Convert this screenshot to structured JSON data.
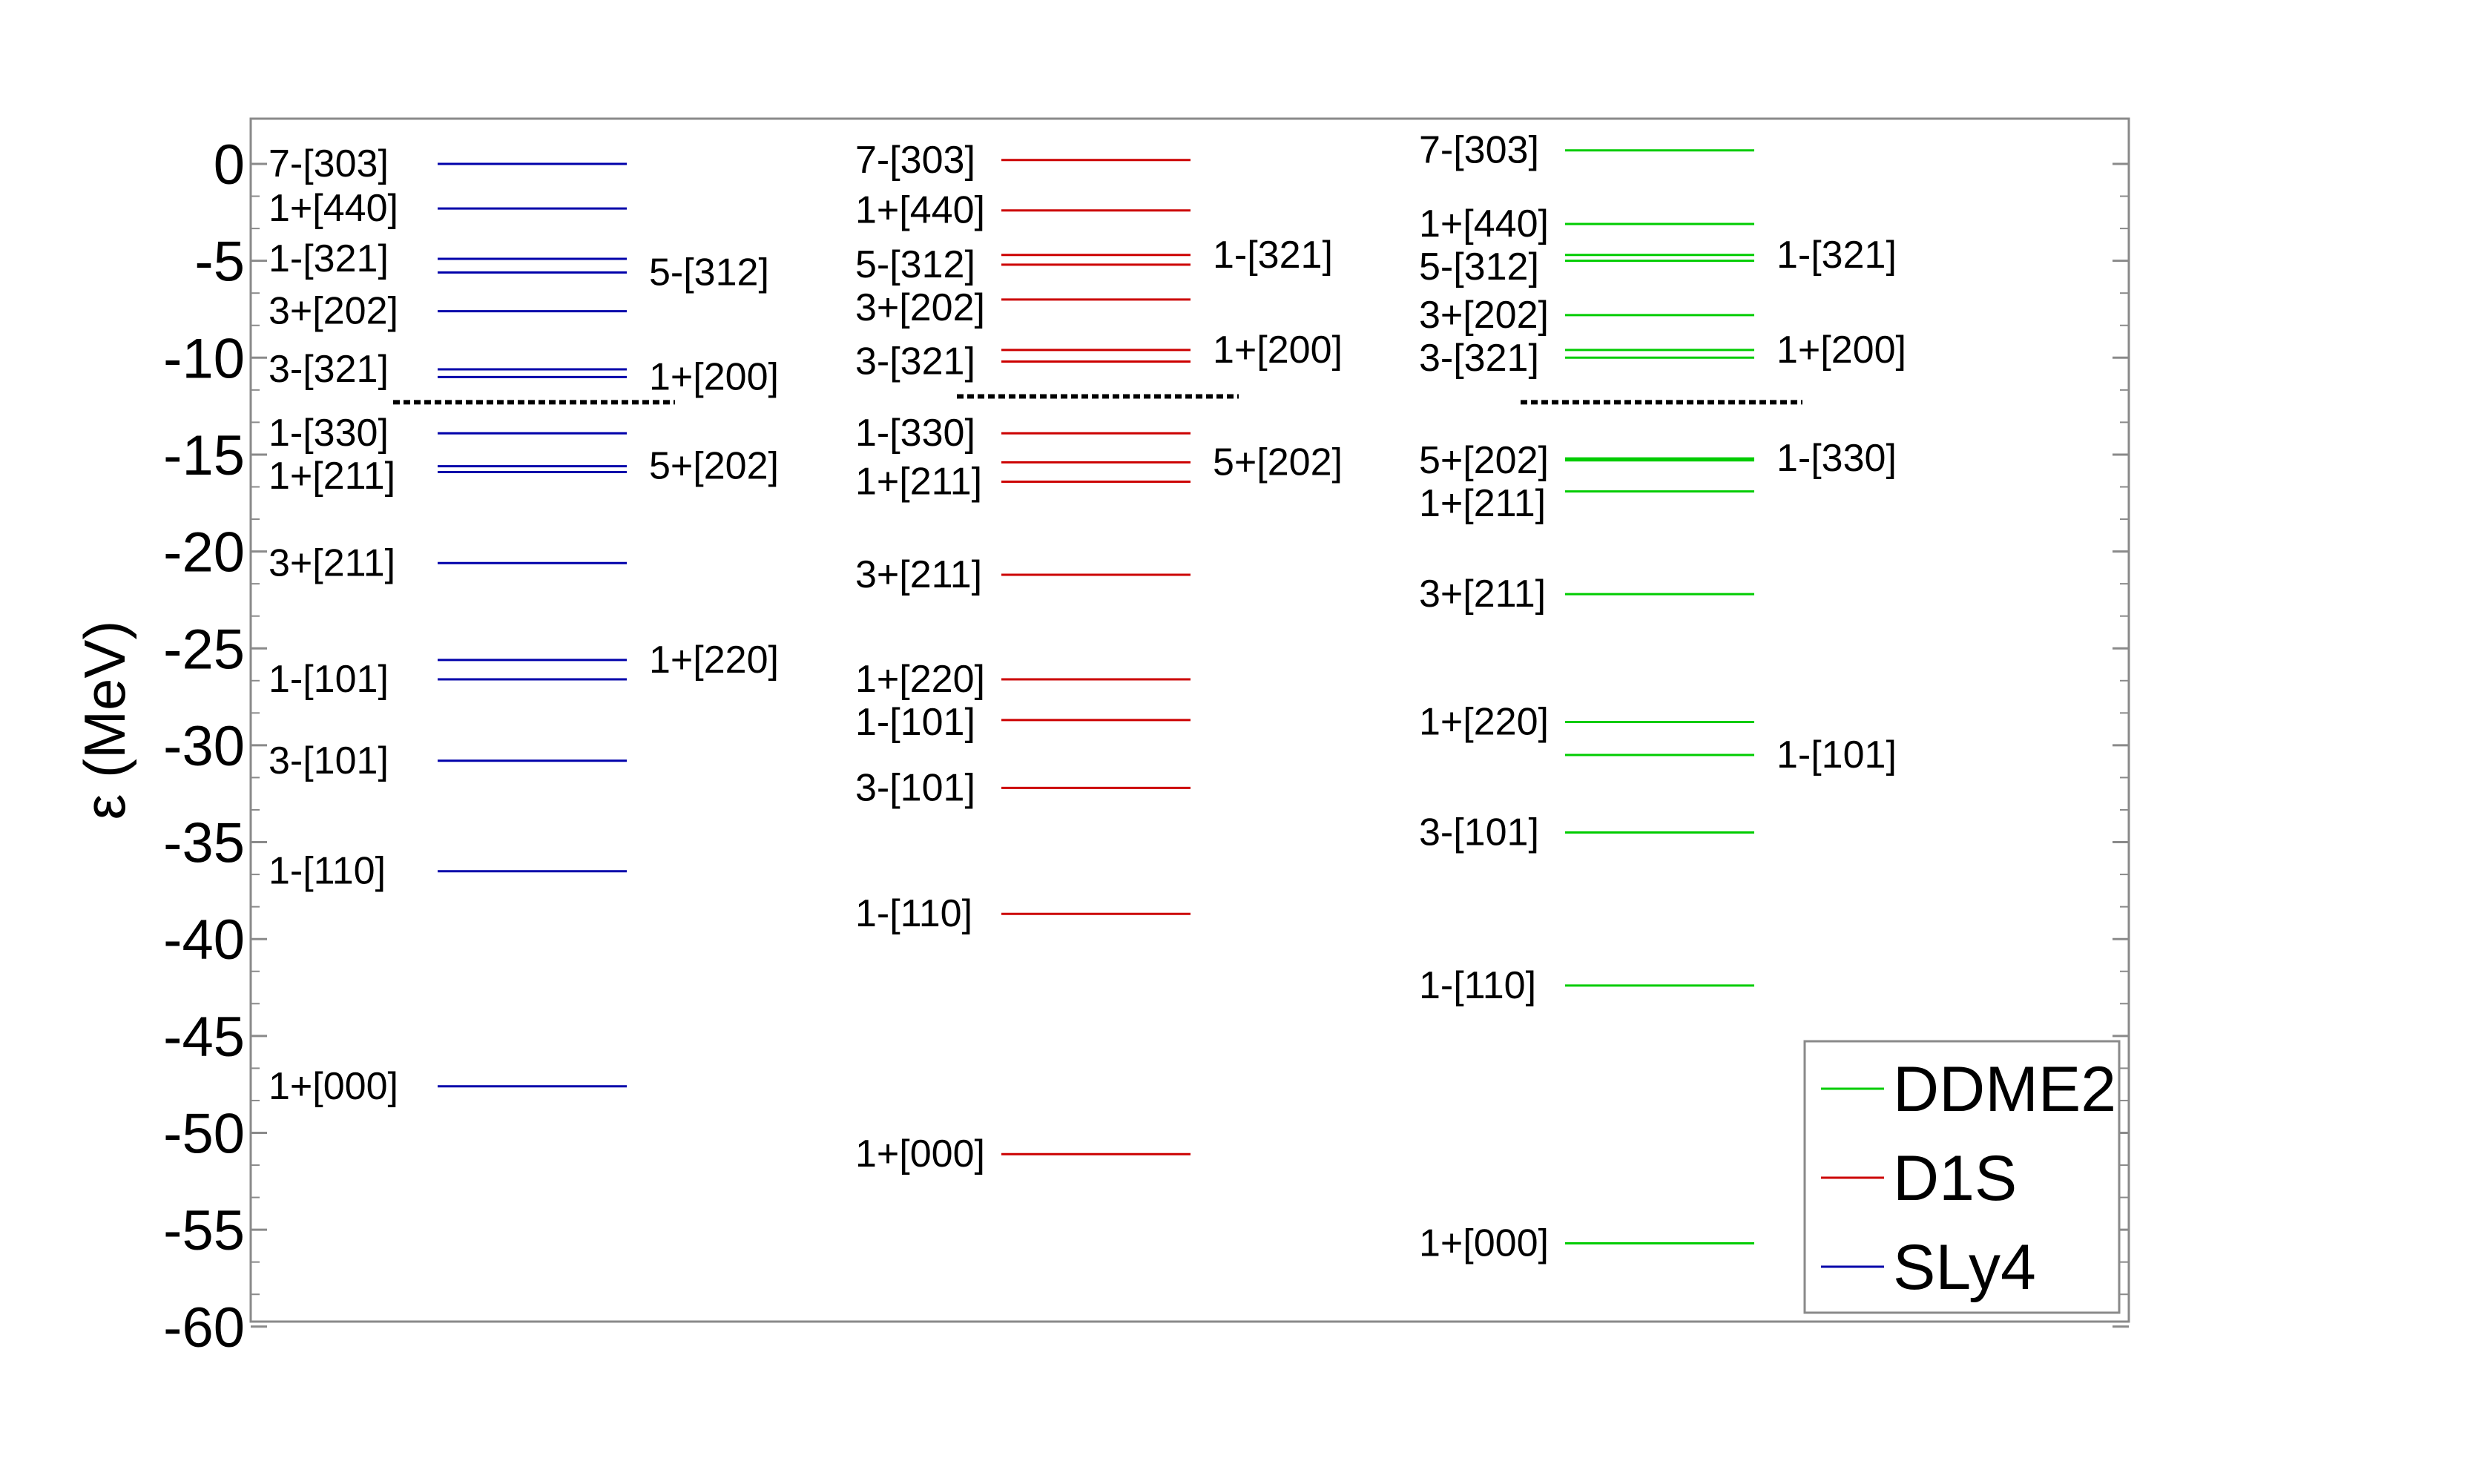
{
  "chart_data": {
    "type": "level-scheme",
    "ylabel": "ε (MeV)",
    "ylim": [
      -60,
      2
    ],
    "yticks": [
      0,
      -5,
      -10,
      -15,
      -20,
      -25,
      -30,
      -35,
      -40,
      -45,
      -50,
      -55,
      -60
    ],
    "ytick_labels": [
      "0",
      "-5",
      "-10",
      "-15",
      "-20",
      "-25",
      "-30",
      "-35",
      "-40",
      "-45",
      "-50",
      "-55",
      "-60"
    ],
    "legend": {
      "position": "bottom-right",
      "entries": [
        {
          "name": "DDME2",
          "color": "#00cc00"
        },
        {
          "name": "D1S",
          "color": "#cc0000"
        },
        {
          "name": "SLy4",
          "color": "#0000aa"
        }
      ]
    },
    "series": [
      {
        "name": "SLy4",
        "color": "#0000aa",
        "fermi_energy": -12.3,
        "levels": [
          {
            "label": "7-[303]",
            "energy": 0.0,
            "side": "left"
          },
          {
            "label": "1+[440]",
            "energy": -2.3,
            "side": "left"
          },
          {
            "label": "1-[321]",
            "energy": -4.9,
            "side": "left"
          },
          {
            "label": "5-[312]",
            "energy": -5.6,
            "side": "right"
          },
          {
            "label": "3+[202]",
            "energy": -7.6,
            "side": "left"
          },
          {
            "label": "3-[321]",
            "energy": -10.6,
            "side": "left"
          },
          {
            "label": "1+[200]",
            "energy": -11.0,
            "side": "right"
          },
          {
            "label": "1-[330]",
            "energy": -13.9,
            "side": "left"
          },
          {
            "label": "5+[202]",
            "energy": -15.6,
            "side": "right"
          },
          {
            "label": "1+[211]",
            "energy": -15.9,
            "side": "left"
          },
          {
            "label": "3+[211]",
            "energy": -20.6,
            "side": "left"
          },
          {
            "label": "1+[220]",
            "energy": -25.6,
            "side": "right"
          },
          {
            "label": "1-[101]",
            "energy": -26.6,
            "side": "left"
          },
          {
            "label": "3-[101]",
            "energy": -30.8,
            "side": "left"
          },
          {
            "label": "1-[110]",
            "energy": -36.5,
            "side": "left"
          },
          {
            "label": "1+[000]",
            "energy": -47.6,
            "side": "left"
          }
        ]
      },
      {
        "name": "D1S",
        "color": "#cc0000",
        "fermi_energy": -12.0,
        "levels": [
          {
            "label": "7-[303]",
            "energy": 0.2,
            "side": "left"
          },
          {
            "label": "1+[440]",
            "energy": -2.4,
            "side": "left"
          },
          {
            "label": "1-[321]",
            "energy": -4.7,
            "side": "right"
          },
          {
            "label": "5-[312]",
            "energy": -5.2,
            "side": "left"
          },
          {
            "label": "3+[202]",
            "energy": -7.0,
            "side": "left"
          },
          {
            "label": "1+[200]",
            "energy": -9.6,
            "side": "right"
          },
          {
            "label": "3-[321]",
            "energy": -10.2,
            "side": "left"
          },
          {
            "label": "1-[330]",
            "energy": -13.9,
            "side": "left"
          },
          {
            "label": "5+[202]",
            "energy": -15.4,
            "side": "right"
          },
          {
            "label": "1+[211]",
            "energy": -16.4,
            "side": "left"
          },
          {
            "label": "3+[211]",
            "energy": -21.2,
            "side": "left"
          },
          {
            "label": "1+[220]",
            "energy": -26.6,
            "side": "left"
          },
          {
            "label": "1-[101]",
            "energy": -28.7,
            "side": "left"
          },
          {
            "label": "3-[101]",
            "energy": -32.2,
            "side": "left"
          },
          {
            "label": "1-[110]",
            "energy": -38.7,
            "side": "left"
          },
          {
            "label": "1+[000]",
            "energy": -51.1,
            "side": "left"
          }
        ]
      },
      {
        "name": "DDME2",
        "color": "#00cc00",
        "fermi_energy": -12.3,
        "levels": [
          {
            "label": "7-[303]",
            "energy": 0.7,
            "side": "left"
          },
          {
            "label": "1+[440]",
            "energy": -3.1,
            "side": "left"
          },
          {
            "label": "1-[321]",
            "energy": -4.7,
            "side": "right"
          },
          {
            "label": "5-[312]",
            "energy": -5.0,
            "side": "left"
          },
          {
            "label": "3+[202]",
            "energy": -7.8,
            "side": "left"
          },
          {
            "label": "1+[200]",
            "energy": -9.6,
            "side": "right"
          },
          {
            "label": "3-[321]",
            "energy": -10.0,
            "side": "left"
          },
          {
            "label": "5+[202]",
            "energy": -15.3,
            "side": "left"
          },
          {
            "label": "1-[330]",
            "energy": -15.2,
            "side": "right"
          },
          {
            "label": "1+[211]",
            "energy": -16.9,
            "side": "left"
          },
          {
            "label": "3+[211]",
            "energy": -22.2,
            "side": "left"
          },
          {
            "label": "1+[220]",
            "energy": -28.8,
            "side": "left"
          },
          {
            "label": "1-[101]",
            "energy": -30.5,
            "side": "right"
          },
          {
            "label": "3-[101]",
            "energy": -34.5,
            "side": "left"
          },
          {
            "label": "1-[110]",
            "energy": -42.4,
            "side": "left"
          },
          {
            "label": "1+[000]",
            "energy": -55.7,
            "side": "left"
          }
        ]
      }
    ]
  }
}
